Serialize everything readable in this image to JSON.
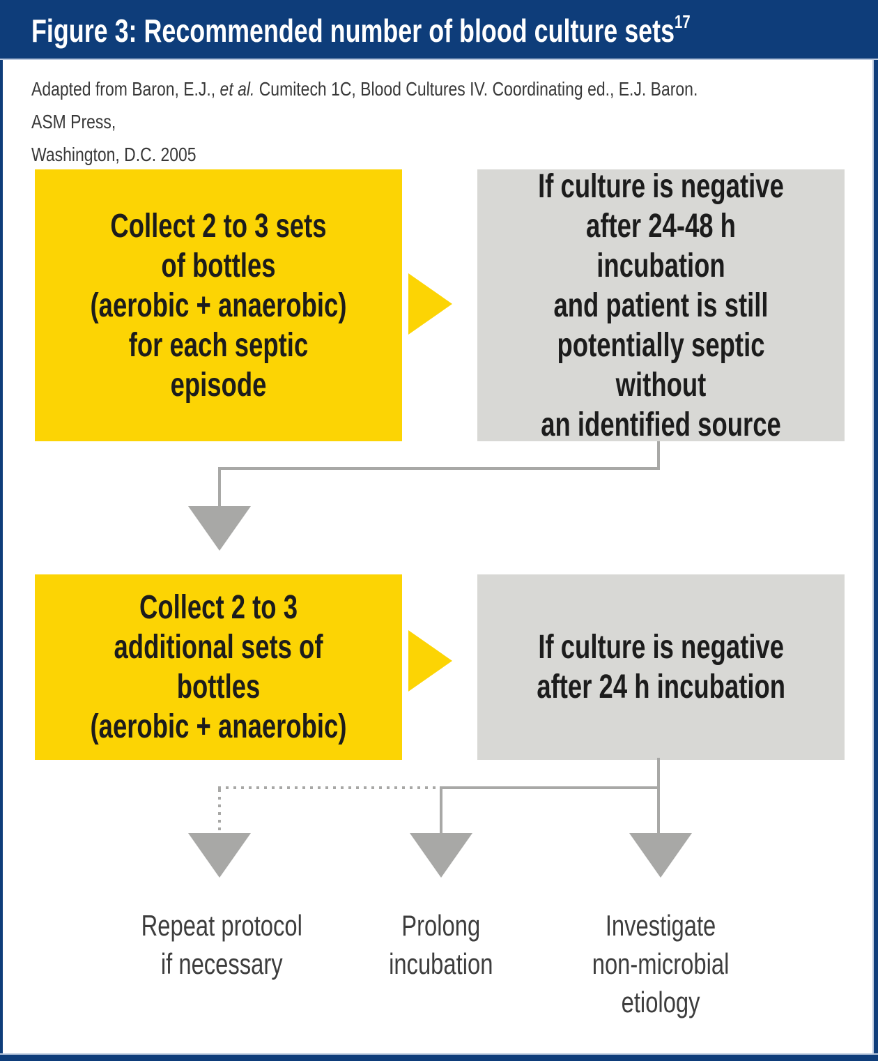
{
  "header": {
    "title": "Figure 3: Recommended number of blood culture sets",
    "superscript": "17"
  },
  "attribution": {
    "prefix": "Adapted from Baron, E.J., ",
    "italic": "et al.",
    "suffix": " Cumitech 1C, Blood Cultures IV. Coordinating ed., E.J. Baron. ASM Press,\nWashington, D.C. 2005"
  },
  "flowchart": {
    "step1": {
      "text": "Collect 2 to 3 sets\nof bottles\n(aerobic + anaerobic)\nfor each septic episode"
    },
    "condition1": {
      "text": "If culture is negative\nafter 24-48 h incubation\nand patient is still\npotentially septic without\nan identified source"
    },
    "step2": {
      "text": "Collect 2 to 3\nadditional sets of bottles\n(aerobic + anaerobic)"
    },
    "condition2": {
      "text": "If culture is negative\nafter 24 h incubation"
    },
    "outcomes": [
      {
        "text": "Repeat protocol\nif necessary"
      },
      {
        "text": "Prolong\nincubation"
      },
      {
        "text": "Investigate\nnon-microbial\netiology"
      }
    ]
  },
  "colors": {
    "navy": "#0e3d7a",
    "yellow": "#fcd404",
    "gray-box": "#d8d8d5",
    "connector": "#a8a8a6",
    "ink": "#1c1c1c",
    "label-ink": "#3d3d3d"
  }
}
